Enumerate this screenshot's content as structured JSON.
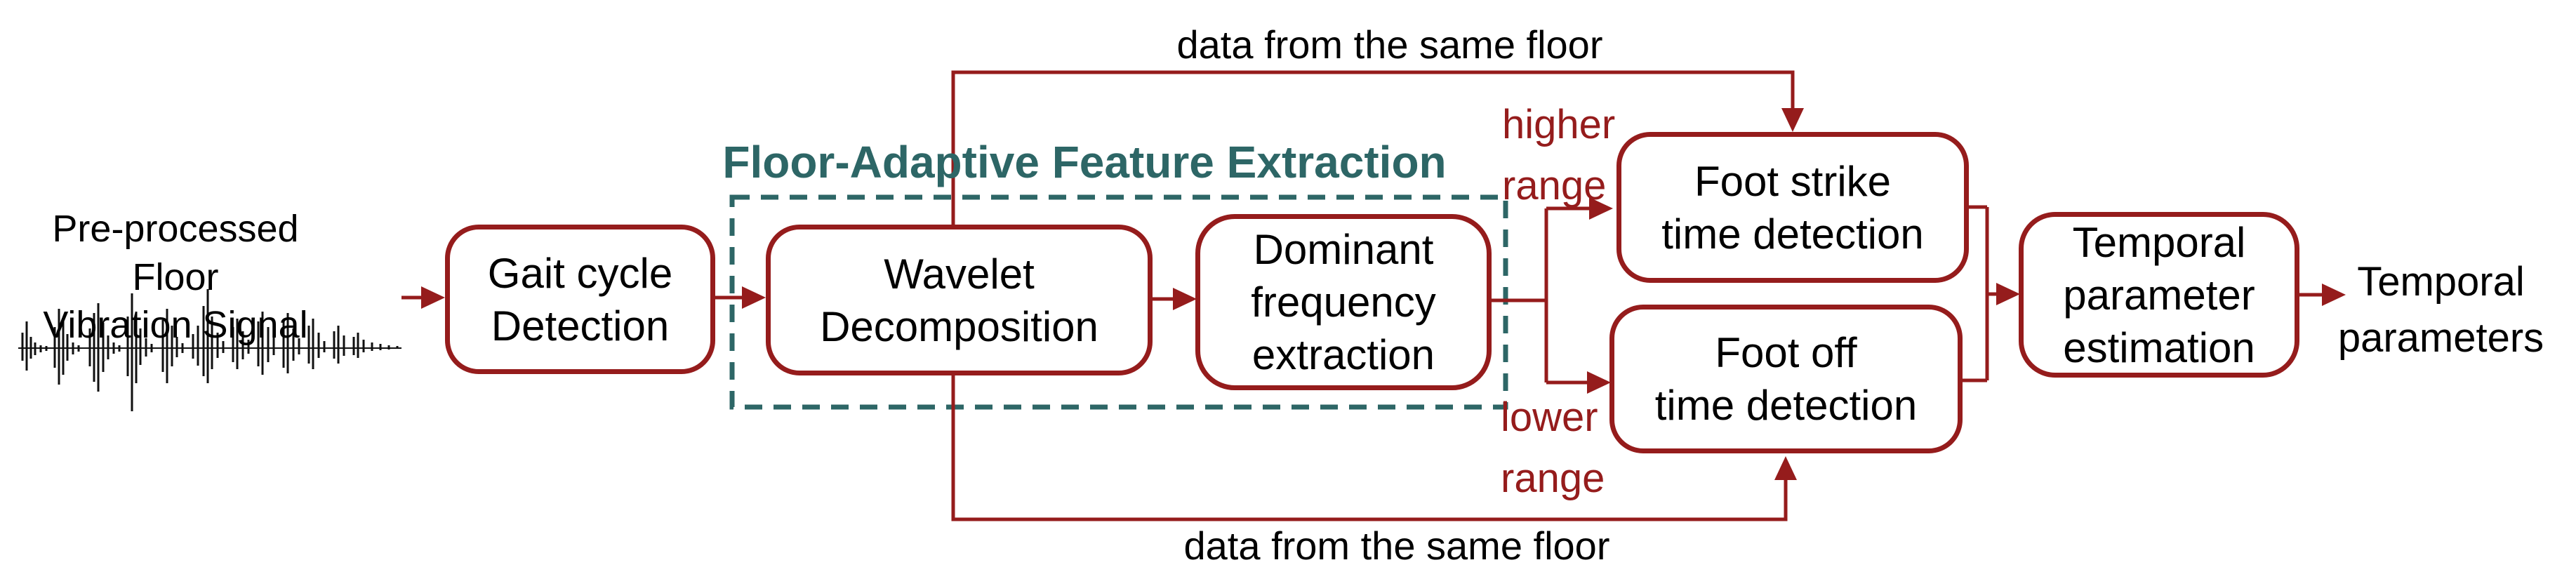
{
  "diagram": {
    "colors": {
      "accent_red": "#951c1c",
      "accent_teal": "#2d6666",
      "text": "#000000"
    },
    "input": {
      "label": "Pre-processed Floor\nVibration Signal"
    },
    "nodes": {
      "gait_cycle": "Gait cycle\nDetection",
      "wavelet": "Wavelet\nDecomposition",
      "dominant_frequency": "Dominant\nfrequency\nextraction",
      "foot_strike": "Foot strike\ntime detection",
      "foot_off": "Foot off\ntime detection",
      "temporal_estimation": "Temporal\nparameter\nestimation"
    },
    "group": {
      "title": "Floor-Adaptive Feature Extraction"
    },
    "annotations": {
      "top": "data from the same floor",
      "bottom": "data from the same floor",
      "higher_range": "higher\nrange",
      "lower_range": "lower\nrange"
    },
    "output": {
      "label": "Temporal\nparameters"
    }
  }
}
